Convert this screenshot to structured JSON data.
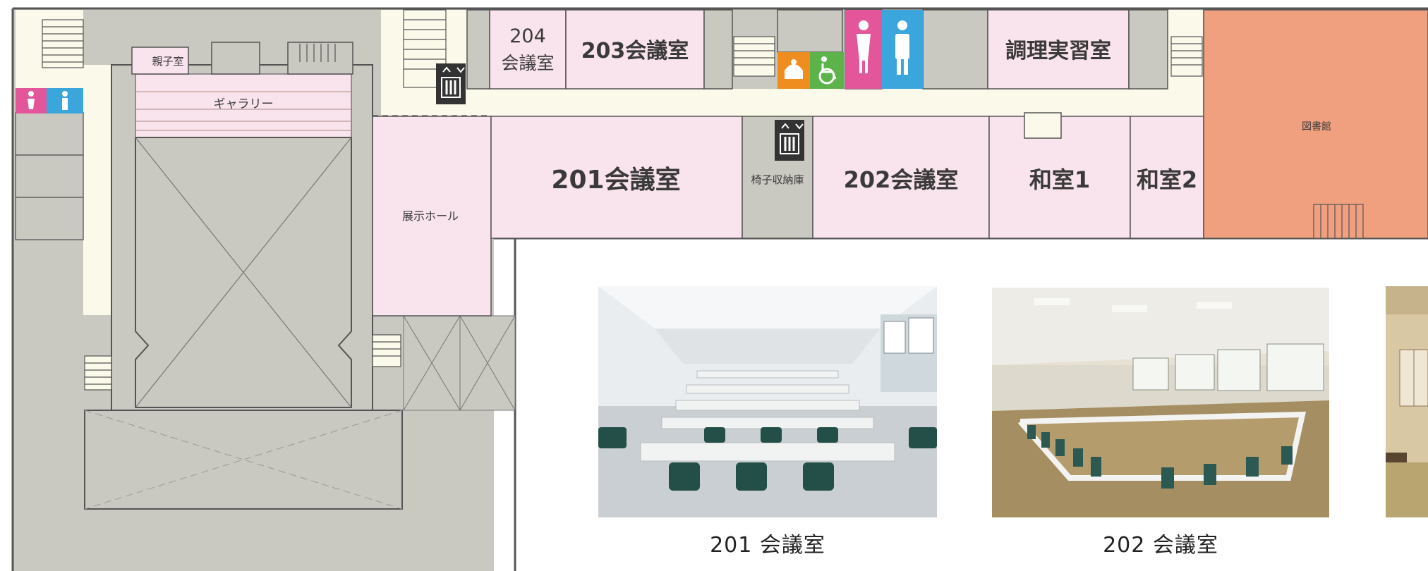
{
  "floor_plan": {
    "rooms": {
      "room_204": {
        "number": "204",
        "name": "会議室"
      },
      "room_203": "203会議室",
      "room_201": "201会議室",
      "room_202": "202会議室",
      "cooking": "調理実習室",
      "washitsu1": "和室1",
      "washitsu2": "和室2",
      "chair_storage": "椅子収納庫",
      "exhibition_hall": "展示ホール",
      "gallery": "ギャラリー",
      "parent_child_room": "親子室",
      "library": "図書館"
    },
    "icons": [
      "elevator-icon",
      "toilet-female-icon",
      "toilet-male-icon",
      "accessible-toilet-icon",
      "nursing-room-icon"
    ],
    "colors": {
      "room_pink": "#f9e3ec",
      "corridor": "#fbfaea",
      "structure_gray": "#c9c8c1",
      "library_orange": "#f0a07f",
      "female_pink": "#e4569a",
      "male_blue": "#3aa6dc",
      "accessible_green": "#5cb34a",
      "nursing_orange": "#ef8d1f"
    }
  },
  "photos": [
    {
      "caption": "201 会議室"
    },
    {
      "caption": "202 会議室"
    }
  ]
}
